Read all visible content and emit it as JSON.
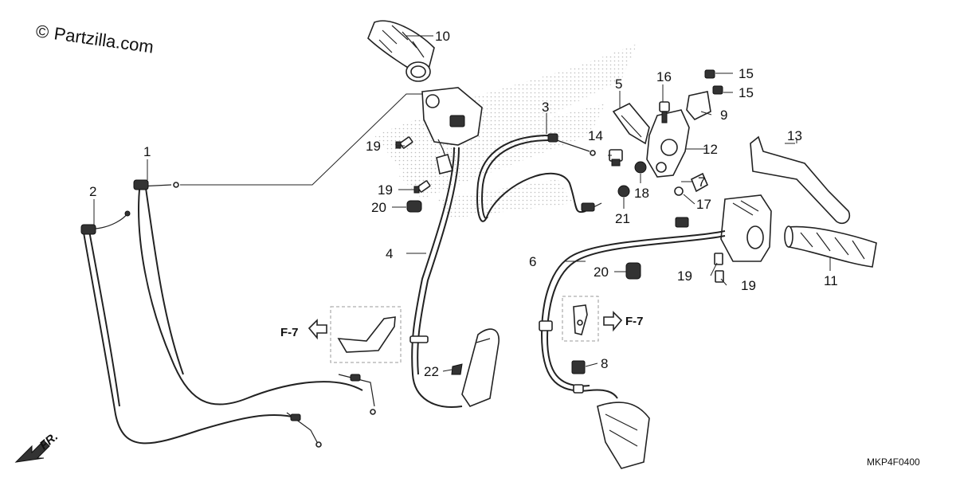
{
  "watermark": {
    "symbol": "©",
    "text": "Partzilla.com"
  },
  "diagram_code": "MKP4F0400",
  "direction": {
    "label": "FR."
  },
  "references": {
    "left": "F-7",
    "right": "F-7"
  },
  "callouts": {
    "c1": "1",
    "c2": "2",
    "c3": "3",
    "c4": "4",
    "c5": "5",
    "c6": "6",
    "c7": "7",
    "c8": "8",
    "c9": "9",
    "c10": "10",
    "c11": "11",
    "c12": "12",
    "c13": "13",
    "c14": "14",
    "c15a": "15",
    "c15b": "15",
    "c16": "16",
    "c17": "17",
    "c18": "18",
    "c19a": "19",
    "c19b": "19",
    "c19c": "19",
    "c19d": "19",
    "c20a": "20",
    "c20b": "20",
    "c21": "21",
    "c22": "22"
  },
  "colors": {
    "ink": "#222222",
    "halftone": "#bdbdbd",
    "background": "#ffffff"
  }
}
